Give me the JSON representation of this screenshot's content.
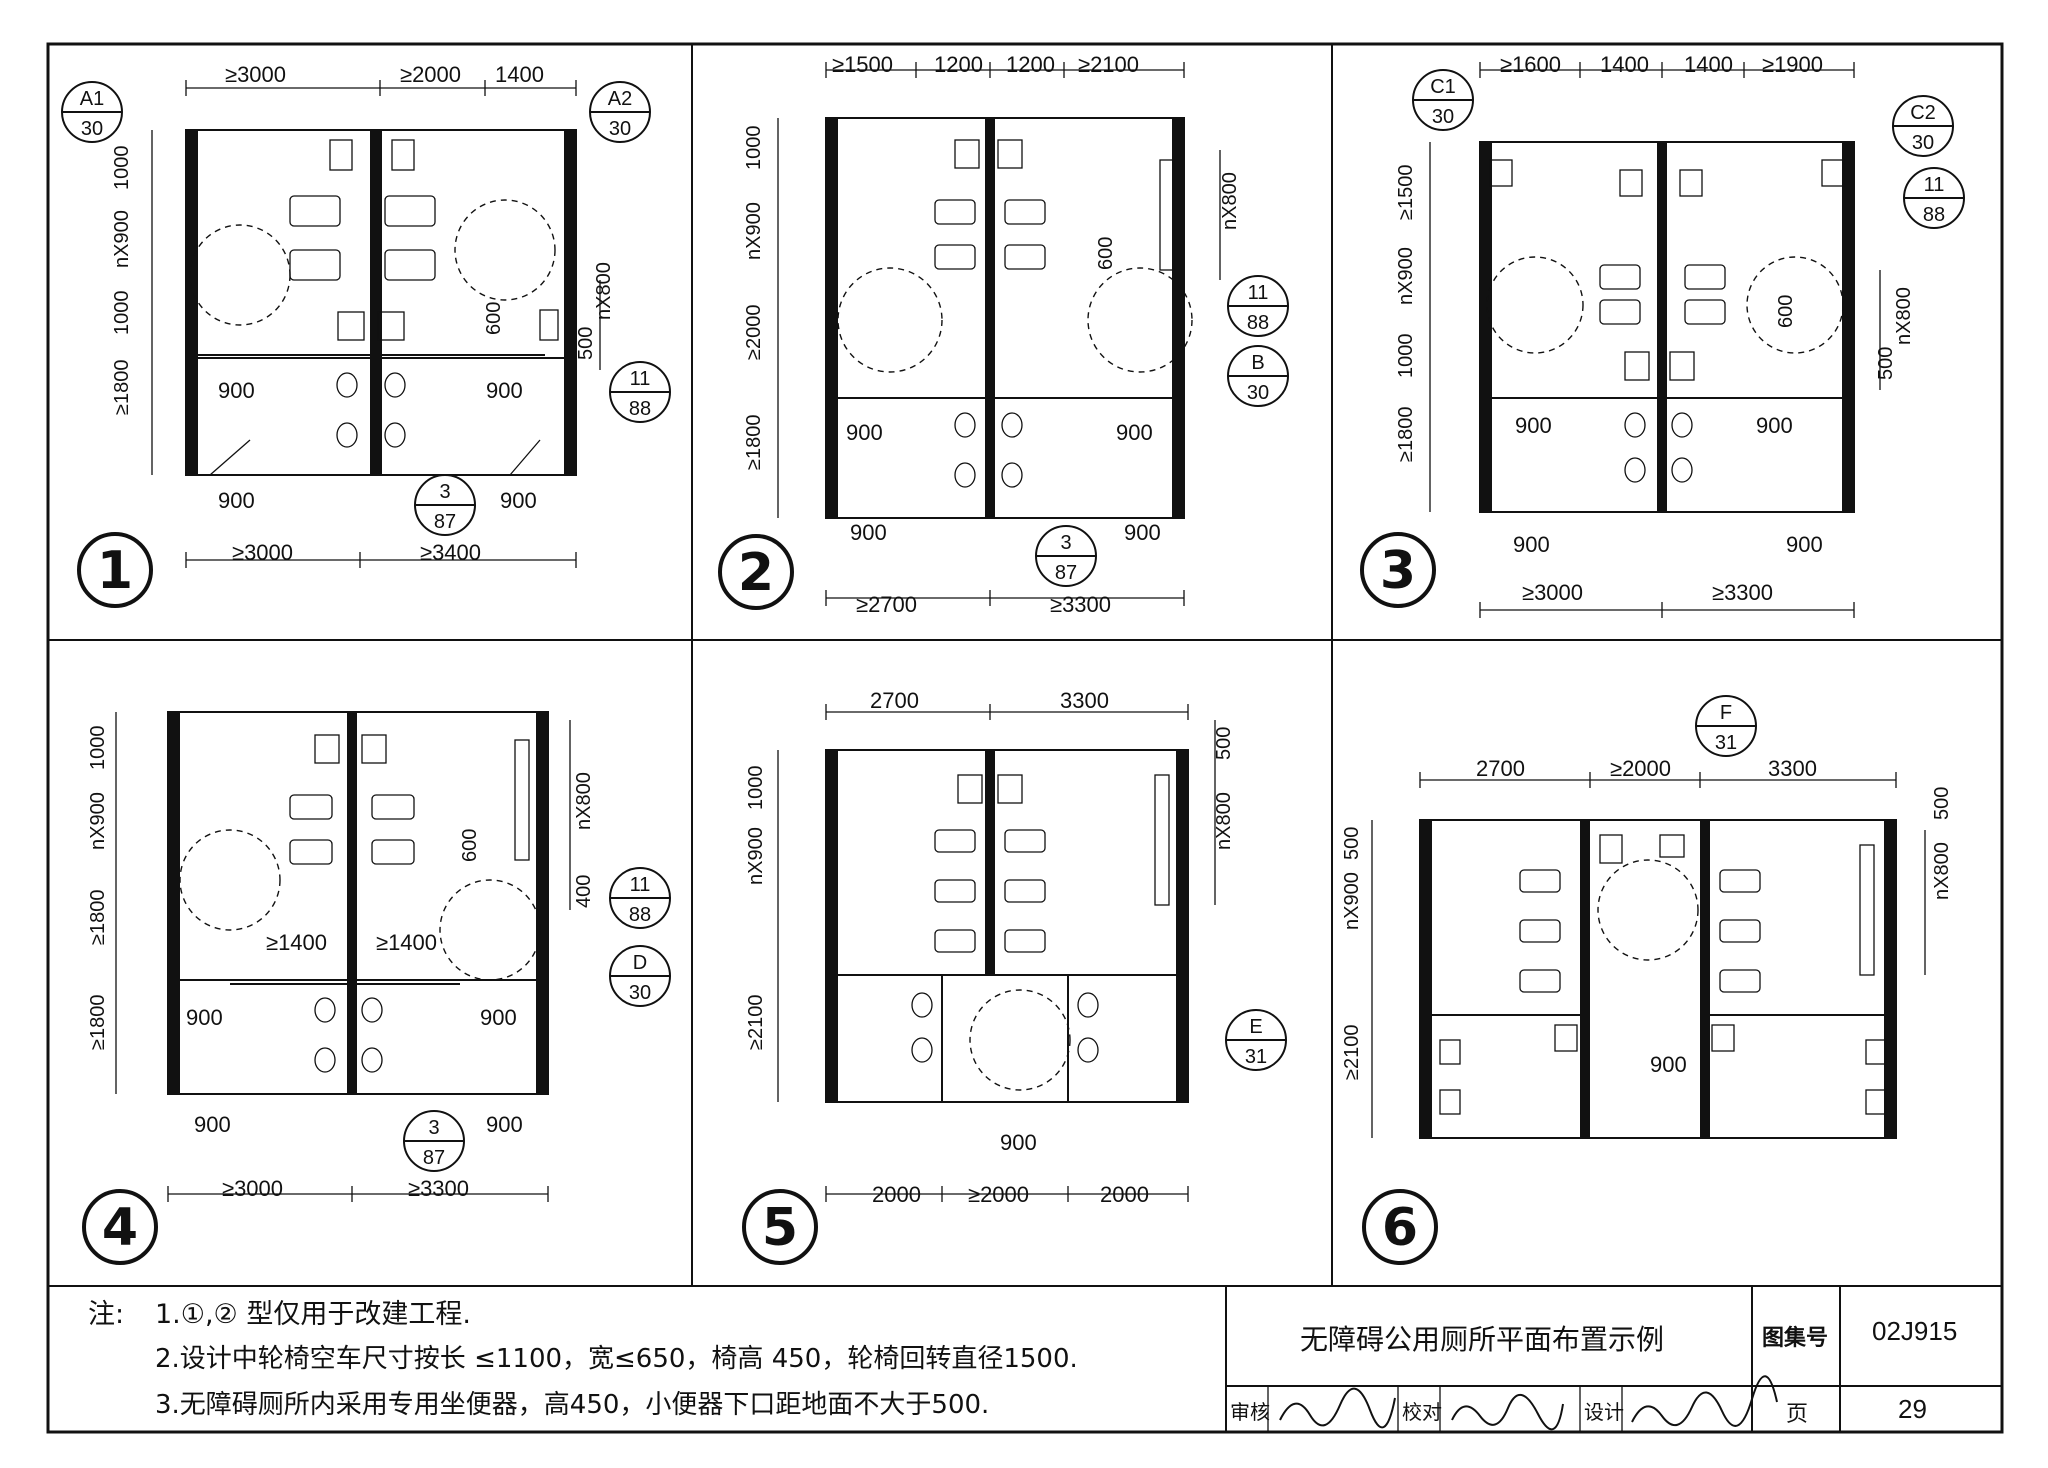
{
  "panels": [
    {
      "num": "1",
      "top_dims": [
        "≥3000",
        "≥2000",
        "1400"
      ],
      "left_dims": [
        "1000",
        "nX900",
        "1000",
        "≥1800"
      ],
      "right_dims": [
        "nX800",
        "600",
        "500"
      ],
      "inner_dims": [
        "900",
        "900"
      ],
      "bottom_small": [
        "900",
        "900"
      ],
      "bottom_dims": [
        "≥3000",
        "≥3400"
      ],
      "callouts": [
        {
          "top": "A1",
          "bottom": "30"
        },
        {
          "top": "A2",
          "bottom": "30"
        },
        {
          "top": "11",
          "bottom": "88"
        },
        {
          "top": "3",
          "bottom": "87"
        }
      ]
    },
    {
      "num": "2",
      "top_dims": [
        "≥1500",
        "1200",
        "1200",
        "≥2100"
      ],
      "left_dims": [
        "1000",
        "nX900",
        "≥2000",
        "≥1800"
      ],
      "right_dims": [
        "nX800",
        "600"
      ],
      "inner_dims": [
        "900",
        "900"
      ],
      "bottom_small": [
        "900",
        "900"
      ],
      "bottom_dims": [
        "≥2700",
        "≥3300"
      ],
      "callouts": [
        {
          "top": "11",
          "bottom": "88"
        },
        {
          "top": "B",
          "bottom": "30"
        },
        {
          "top": "3",
          "bottom": "87"
        }
      ]
    },
    {
      "num": "3",
      "top_dims": [
        "≥1600",
        "1400",
        "1400",
        "≥1900"
      ],
      "left_dims": [
        "≥1500",
        "nX900",
        "1000",
        "≥1800"
      ],
      "right_dims": [
        "nX800",
        "600",
        "500"
      ],
      "inner_dims": [
        "900",
        "900"
      ],
      "bottom_small": [
        "900",
        "900"
      ],
      "bottom_dims": [
        "≥3000",
        "≥3300"
      ],
      "callouts": [
        {
          "top": "C1",
          "bottom": "30"
        },
        {
          "top": "C2",
          "bottom": "30"
        },
        {
          "top": "11",
          "bottom": "88"
        }
      ]
    },
    {
      "num": "4",
      "top_dims": [],
      "left_dims": [
        "1000",
        "nX900",
        "≥1800",
        "≥1800"
      ],
      "right_dims": [
        "nX800",
        "600",
        "400"
      ],
      "inner_dims": [
        "900",
        "900",
        "≥1400",
        "≥1400"
      ],
      "bottom_small": [
        "900",
        "900"
      ],
      "bottom_dims": [
        "≥3000",
        "≥3300"
      ],
      "callouts": [
        {
          "top": "11",
          "bottom": "88"
        },
        {
          "top": "D",
          "bottom": "30"
        },
        {
          "top": "3",
          "bottom": "87"
        }
      ]
    },
    {
      "num": "5",
      "top_dims": [
        "2700",
        "3300"
      ],
      "left_dims": [
        "1000",
        "nX900",
        "≥2100"
      ],
      "right_dims": [
        "500",
        "nX800"
      ],
      "inner_dims": [],
      "bottom_small": [
        "900"
      ],
      "bottom_dims": [
        "2000",
        "≥2000",
        "2000"
      ],
      "callouts": [
        {
          "top": "E",
          "bottom": "31"
        }
      ]
    },
    {
      "num": "6",
      "top_dims": [
        "2700",
        "≥2000",
        "3300"
      ],
      "left_dims": [
        "500",
        "nX900",
        "≥2100"
      ],
      "right_dims": [
        "500",
        "nX800"
      ],
      "inner_dims": [
        "900"
      ],
      "bottom_small": [],
      "bottom_dims": [],
      "callouts": [
        {
          "top": "F",
          "bottom": "31"
        }
      ]
    }
  ],
  "notes": {
    "label": "注:",
    "line1": "1.①,② 型仅用于改建工程.",
    "line2": "2.设计中轮椅空车尺寸按长 ≤1100，宽≤650，椅高 450，轮椅回转直径1500.",
    "line3": "3.无障碍厕所内采用专用坐便器，高450，小便器下口距地面不大于500."
  },
  "title_block": {
    "title": "无障碍公用厕所平面布置示例",
    "atlas_label": "图集号",
    "atlas_value": "02J915",
    "review_label": "审核",
    "check_label": "校对",
    "design_label": "设计",
    "page_label": "页",
    "page_value": "29"
  }
}
